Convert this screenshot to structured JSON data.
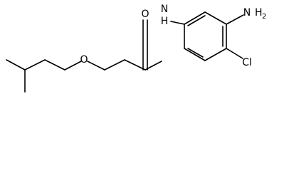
{
  "molecule": {
    "atoms": {
      "carbonyl_oxygen": "O",
      "ether_oxygen": "O",
      "amide_nitrogen": "N",
      "amide_hydrogen": "H",
      "amino_nitrogen": "N",
      "amino_hydrogen": "H",
      "amino_hydrogen_count": "2",
      "chlorine": "Cl"
    }
  }
}
